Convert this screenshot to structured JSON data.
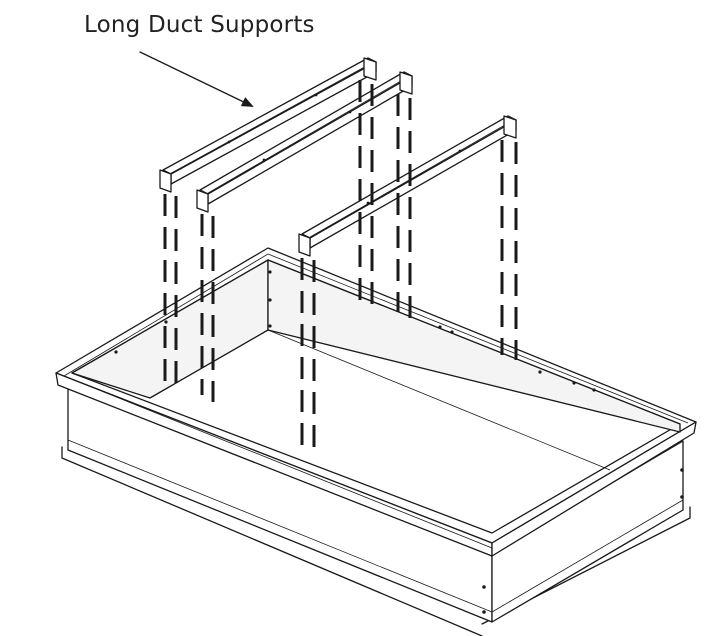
{
  "diagram": {
    "callout": {
      "label": "Long Duct Supports",
      "target": "duct-support-rails"
    },
    "parts": [
      {
        "id": "curb-frame",
        "label": ""
      },
      {
        "id": "long-duct-support",
        "count": 3
      },
      {
        "id": "dashed-hanger-lines",
        "count": 12
      }
    ],
    "colors": {
      "line": "#1a1a1a",
      "background": "#ffffff",
      "text": "#222222"
    }
  }
}
